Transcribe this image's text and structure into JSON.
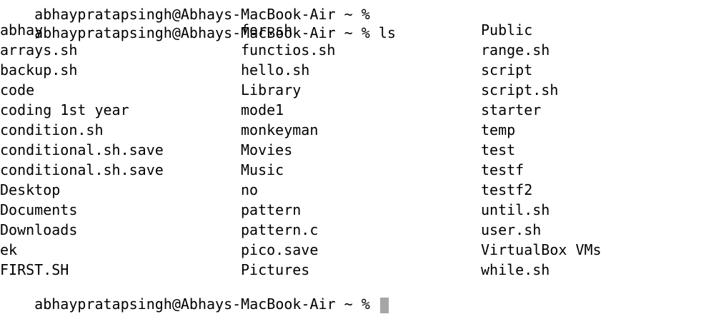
{
  "terminal": {
    "partial_top_line": "abhaypratapsingh@Abhays-MacBook-Air ~ % ",
    "prompt": "abhaypratapsingh@Abhays-MacBook-Air ~ %",
    "command": "ls",
    "listing": [
      [
        "abhay",
        "for.sh",
        "Public"
      ],
      [
        "arrays.sh",
        "functios.sh",
        "range.sh"
      ],
      [
        "backup.sh",
        "hello.sh",
        "script"
      ],
      [
        "code",
        "Library",
        "script.sh"
      ],
      [
        "coding 1st year",
        "mode1",
        "starter"
      ],
      [
        "condition.sh",
        "monkeyman",
        "temp"
      ],
      [
        "conditional.sh.save",
        "Movies",
        "test"
      ],
      [
        "conditional.sh.save",
        "Music",
        "testf"
      ],
      [
        "Desktop",
        "no",
        "testf2"
      ],
      [
        "Documents",
        "pattern",
        "until.sh"
      ],
      [
        "Downloads",
        "pattern.c",
        "user.sh"
      ],
      [
        "ek",
        "pico.save",
        "VirtualBox VMs"
      ],
      [
        "FIRST.SH",
        "Pictures",
        "while.sh"
      ]
    ],
    "next_prompt": "abhaypratapsingh@Abhays-MacBook-Air ~ %",
    "cursor_color": "#a6a6a6",
    "background_color": "#ffffff",
    "text_color": "#000000"
  }
}
